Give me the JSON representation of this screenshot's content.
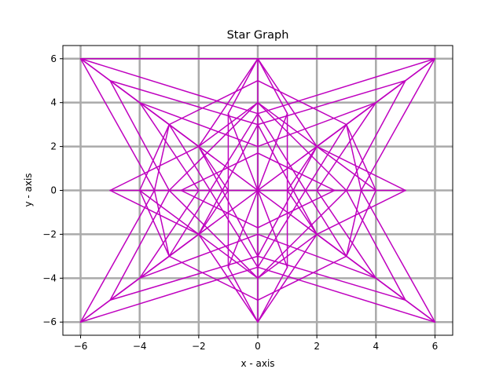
{
  "chart_data": {
    "type": "line",
    "title": "Star Graph",
    "xlabel": "x - axis",
    "ylabel": "y - axis",
    "xlim": [
      -6.6,
      6.6
    ],
    "ylim": [
      -6.6,
      6.6
    ],
    "xticks": [
      -6,
      -4,
      -2,
      0,
      2,
      4,
      6
    ],
    "yticks": [
      -6,
      -4,
      -2,
      0,
      2,
      4,
      6
    ],
    "xtick_labels": [
      "−6",
      "−4",
      "−2",
      "0",
      "2",
      "4",
      "6"
    ],
    "ytick_labels": [
      "−6",
      "−4",
      "−2",
      "0",
      "2",
      "4",
      "6"
    ],
    "grid": true,
    "grid_color": "#aaaaaa",
    "line_color": "#bf00bf",
    "segments": [
      [
        [
          -6,
          6
        ],
        [
          -4,
          4
        ]
      ],
      [
        [
          -5,
          5
        ],
        [
          -3,
          3
        ]
      ],
      [
        [
          -4,
          4
        ],
        [
          -2,
          2
        ]
      ],
      [
        [
          6,
          6
        ],
        [
          4,
          4
        ]
      ],
      [
        [
          5,
          5
        ],
        [
          3,
          3
        ]
      ],
      [
        [
          4,
          4
        ],
        [
          2,
          2
        ]
      ],
      [
        [
          6,
          -6
        ],
        [
          4,
          -4
        ]
      ],
      [
        [
          5,
          -5
        ],
        [
          3,
          -3
        ]
      ],
      [
        [
          4,
          -4
        ],
        [
          2,
          -2
        ]
      ],
      [
        [
          -6,
          -6
        ],
        [
          -4,
          -4
        ]
      ],
      [
        [
          -5,
          -5
        ],
        [
          -3,
          -3
        ]
      ],
      [
        [
          -4,
          -4
        ],
        [
          -2,
          -2
        ]
      ],
      [
        [
          0,
          6
        ],
        [
          -6,
          6
        ]
      ],
      [
        [
          0,
          6
        ],
        [
          6,
          6
        ]
      ],
      [
        [
          -6,
          6
        ],
        [
          -2,
          2
        ]
      ],
      [
        [
          6,
          6
        ],
        [
          2,
          2
        ]
      ],
      [
        [
          6,
          -6
        ],
        [
          2,
          -2
        ]
      ],
      [
        [
          -6,
          -6
        ],
        [
          -2,
          -2
        ]
      ],
      [
        [
          -6,
          6
        ],
        [
          -3.5,
          0
        ]
      ],
      [
        [
          -3.5,
          0
        ],
        [
          -6,
          -6
        ]
      ],
      [
        [
          6,
          6
        ],
        [
          3.5,
          0
        ]
      ],
      [
        [
          3.5,
          0
        ],
        [
          6,
          -6
        ]
      ],
      [
        [
          -6,
          6
        ],
        [
          0,
          3.5
        ]
      ],
      [
        [
          0,
          3.5
        ],
        [
          6,
          6
        ]
      ],
      [
        [
          -6,
          -6
        ],
        [
          0,
          -3.5
        ]
      ],
      [
        [
          0,
          -3.5
        ],
        [
          6,
          -6
        ]
      ],
      [
        [
          0,
          6
        ],
        [
          -1,
          3.5
        ]
      ],
      [
        [
          0,
          6
        ],
        [
          1,
          3.5
        ]
      ],
      [
        [
          0,
          -6
        ],
        [
          -1,
          -3.5
        ]
      ],
      [
        [
          0,
          -6
        ],
        [
          1,
          -3.5
        ]
      ],
      [
        [
          -5,
          5
        ],
        [
          -3,
          0
        ]
      ],
      [
        [
          -3,
          0
        ],
        [
          -5,
          -5
        ]
      ],
      [
        [
          5,
          5
        ],
        [
          3,
          0
        ]
      ],
      [
        [
          3,
          0
        ],
        [
          5,
          -5
        ]
      ],
      [
        [
          -5,
          5
        ],
        [
          0,
          3
        ]
      ],
      [
        [
          0,
          3
        ],
        [
          5,
          5
        ]
      ],
      [
        [
          -5,
          -5
        ],
        [
          0,
          -3
        ]
      ],
      [
        [
          0,
          -3
        ],
        [
          5,
          -5
        ]
      ],
      [
        [
          -4,
          4
        ],
        [
          -2,
          0
        ]
      ],
      [
        [
          -2,
          0
        ],
        [
          -4,
          -4
        ]
      ],
      [
        [
          4,
          4
        ],
        [
          2,
          0
        ]
      ],
      [
        [
          2,
          0
        ],
        [
          4,
          -4
        ]
      ],
      [
        [
          -4,
          4
        ],
        [
          0,
          2
        ]
      ],
      [
        [
          0,
          2
        ],
        [
          4,
          4
        ]
      ],
      [
        [
          -4,
          -4
        ],
        [
          0,
          -2
        ]
      ],
      [
        [
          0,
          -2
        ],
        [
          4,
          -4
        ]
      ],
      [
        [
          -5,
          0
        ],
        [
          5,
          0
        ]
      ],
      [
        [
          0,
          6
        ],
        [
          0,
          -6
        ]
      ],
      [
        [
          -5,
          0
        ],
        [
          -2,
          2
        ]
      ],
      [
        [
          -5,
          0
        ],
        [
          -2,
          -2
        ]
      ],
      [
        [
          5,
          0
        ],
        [
          2,
          2
        ]
      ],
      [
        [
          5,
          0
        ],
        [
          2,
          -2
        ]
      ],
      [
        [
          0,
          6
        ],
        [
          -2,
          2
        ]
      ],
      [
        [
          0,
          6
        ],
        [
          2,
          2
        ]
      ],
      [
        [
          0,
          -6
        ],
        [
          -2,
          -2
        ]
      ],
      [
        [
          0,
          -6
        ],
        [
          2,
          -2
        ]
      ],
      [
        [
          -4,
          0
        ],
        [
          -3,
          3
        ]
      ],
      [
        [
          -4,
          0
        ],
        [
          -3,
          -3
        ]
      ],
      [
        [
          4,
          0
        ],
        [
          3,
          3
        ]
      ],
      [
        [
          4,
          0
        ],
        [
          3,
          -3
        ]
      ],
      [
        [
          0,
          5
        ],
        [
          -3,
          3
        ]
      ],
      [
        [
          0,
          5
        ],
        [
          3,
          3
        ]
      ],
      [
        [
          0,
          -5
        ],
        [
          -3,
          -3
        ]
      ],
      [
        [
          0,
          -5
        ],
        [
          3,
          -3
        ]
      ],
      [
        [
          -3,
          3
        ],
        [
          -3.5,
          0
        ]
      ],
      [
        [
          -3,
          -3
        ],
        [
          -3.5,
          0
        ]
      ],
      [
        [
          3,
          3
        ],
        [
          3.5,
          0
        ]
      ],
      [
        [
          3,
          -3
        ],
        [
          3.5,
          0
        ]
      ],
      [
        [
          -3,
          3
        ],
        [
          0,
          -3.5
        ]
      ],
      [
        [
          3,
          3
        ],
        [
          0,
          -3.5
        ]
      ],
      [
        [
          -3,
          -3
        ],
        [
          0,
          3.5
        ]
      ],
      [
        [
          3,
          -3
        ],
        [
          0,
          3.5
        ]
      ],
      [
        [
          -2,
          2
        ],
        [
          0,
          -3
        ]
      ],
      [
        [
          2,
          2
        ],
        [
          0,
          -3
        ]
      ],
      [
        [
          -2,
          -2
        ],
        [
          0,
          3
        ]
      ],
      [
        [
          2,
          -2
        ],
        [
          0,
          3
        ]
      ],
      [
        [
          -1,
          0
        ],
        [
          -2,
          2
        ]
      ],
      [
        [
          -1,
          0
        ],
        [
          -2,
          -2
        ]
      ],
      [
        [
          1,
          0
        ],
        [
          2,
          2
        ]
      ],
      [
        [
          1,
          0
        ],
        [
          2,
          -2
        ]
      ],
      [
        [
          -1,
          3.5
        ],
        [
          0,
          0
        ]
      ],
      [
        [
          1,
          3.5
        ],
        [
          0,
          0
        ]
      ],
      [
        [
          -1,
          -3.5
        ],
        [
          0,
          0
        ]
      ],
      [
        [
          1,
          -3.5
        ],
        [
          0,
          0
        ]
      ],
      [
        [
          0,
          0
        ],
        [
          -2,
          2
        ]
      ],
      [
        [
          0,
          0
        ],
        [
          2,
          2
        ]
      ],
      [
        [
          0,
          0
        ],
        [
          -2,
          -2
        ]
      ],
      [
        [
          0,
          0
        ],
        [
          2,
          -2
        ]
      ],
      [
        [
          -1,
          0
        ],
        [
          -1,
          3.5
        ]
      ],
      [
        [
          1,
          0
        ],
        [
          1,
          3.5
        ]
      ],
      [
        [
          -1,
          0
        ],
        [
          -1,
          -3.5
        ]
      ],
      [
        [
          1,
          0
        ],
        [
          1,
          -3.5
        ]
      ],
      [
        [
          -4,
          0
        ],
        [
          -2,
          -2
        ]
      ],
      [
        [
          4,
          0
        ],
        [
          2,
          2
        ]
      ],
      [
        [
          0,
          4
        ],
        [
          -3,
          0
        ]
      ],
      [
        [
          0,
          4
        ],
        [
          3,
          0
        ]
      ],
      [
        [
          0,
          -4
        ],
        [
          -3,
          0
        ]
      ],
      [
        [
          0,
          -4
        ],
        [
          3,
          0
        ]
      ],
      [
        [
          0,
          4
        ],
        [
          -2,
          2
        ]
      ],
      [
        [
          0,
          4
        ],
        [
          2,
          2
        ]
      ],
      [
        [
          0,
          -4
        ],
        [
          -2,
          -2
        ]
      ],
      [
        [
          0,
          -4
        ],
        [
          2,
          -2
        ]
      ],
      [
        [
          0,
          1.7
        ],
        [
          -2.6,
          0
        ]
      ],
      [
        [
          0,
          1.7
        ],
        [
          2.6,
          0
        ]
      ],
      [
        [
          0,
          -1.7
        ],
        [
          -2.6,
          0
        ]
      ],
      [
        [
          0,
          -1.7
        ],
        [
          2.6,
          0
        ]
      ],
      [
        [
          -3,
          3
        ],
        [
          -1.5,
          1.5
        ]
      ],
      [
        [
          3,
          3
        ],
        [
          1.5,
          1.5
        ]
      ],
      [
        [
          -3,
          -3
        ],
        [
          -1.5,
          -1.5
        ]
      ],
      [
        [
          3,
          -3
        ],
        [
          1.5,
          -1.5
        ]
      ]
    ]
  }
}
